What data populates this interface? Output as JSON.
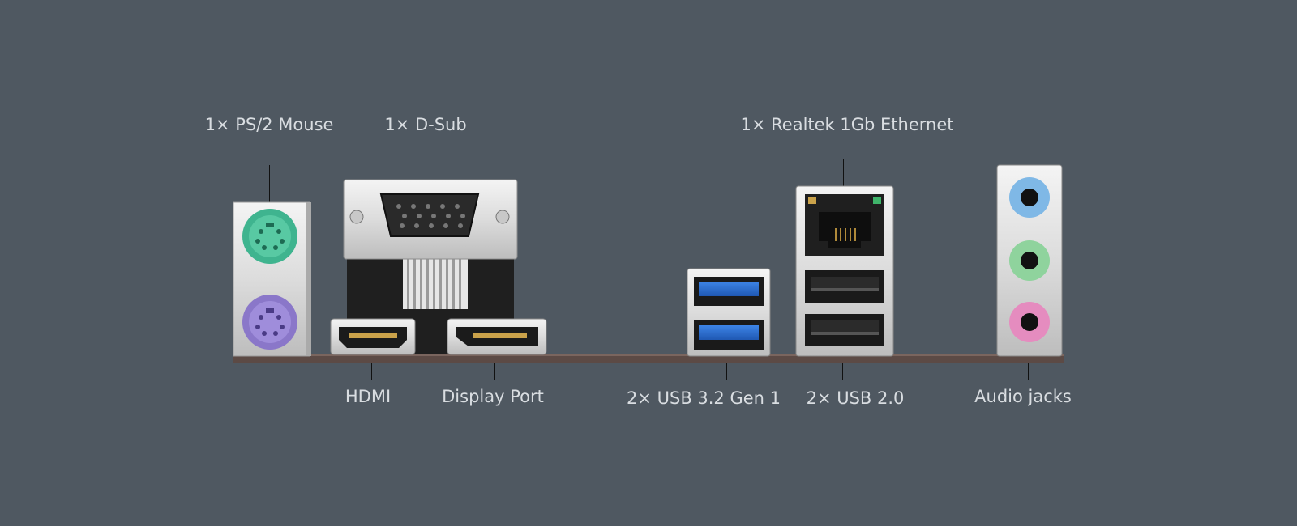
{
  "labels": {
    "ps2": "1× PS/2 Mouse",
    "dsub": "1× D-Sub",
    "ethernet": "1× Realtek 1Gb Ethernet",
    "hdmi": "HDMI",
    "displayport": "Display Port",
    "usb32": "2× USB 3.2 Gen 1",
    "usb20": "2× USB 2.0",
    "audio": "Audio jacks"
  },
  "colors": {
    "background": "#4f5861",
    "label_text": "#d9dde1",
    "ps2_mouse": "#3fb48f",
    "ps2_keyboard": "#8a77c9",
    "usb3_blue": "#2f6fd0",
    "audio_line_in": "#7fb8e6",
    "audio_line_out": "#8fd39d",
    "audio_mic": "#e58cbf",
    "pcb": "#5c4a45"
  },
  "icons": {
    "ps2": "ps2-port-icon",
    "dsub": "vga-port-icon",
    "hdmi": "hdmi-port-icon",
    "displayport": "displayport-icon",
    "usb32": "usb3-port-icon",
    "ethernet": "rj45-port-icon",
    "usb20": "usb2-port-icon",
    "audio": "audio-jack-icon"
  }
}
